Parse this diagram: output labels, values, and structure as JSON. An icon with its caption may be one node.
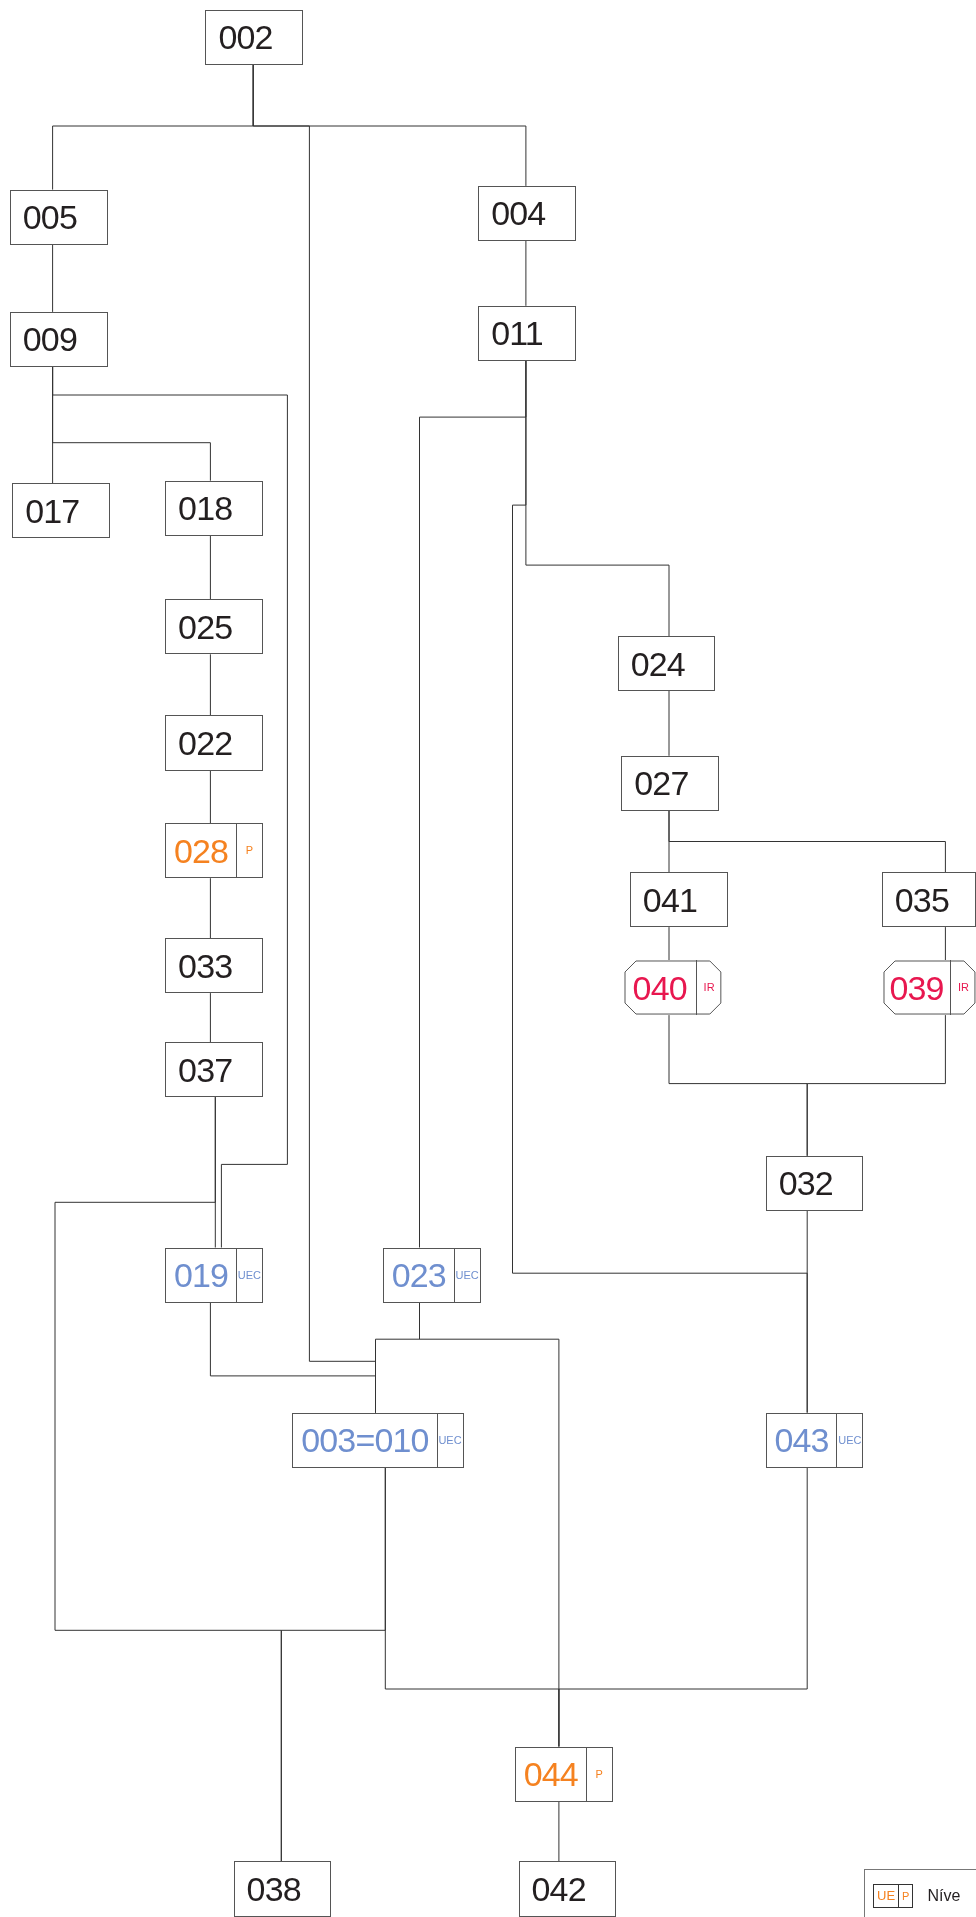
{
  "diagram": {
    "nodes": [
      {
        "text": [
          "002"
        ]
      },
      {
        "text": [
          "005"
        ]
      },
      {
        "text": [
          "004"
        ]
      },
      {
        "text": [
          "009"
        ]
      },
      {
        "text": [
          "011"
        ]
      },
      {
        "text": [
          "017"
        ]
      },
      {
        "text": [
          "018"
        ]
      },
      {
        "text": [
          "025"
        ]
      },
      {
        "text": [
          "022"
        ]
      },
      {
        "text": [
          "028",
          "P"
        ]
      },
      {
        "text": [
          "033"
        ]
      },
      {
        "text": [
          "037"
        ]
      },
      {
        "text": [
          "024"
        ]
      },
      {
        "text": [
          "027"
        ]
      },
      {
        "text": [
          "041"
        ]
      },
      {
        "text": [
          "035"
        ]
      },
      {
        "text": [
          "040",
          "IR"
        ]
      },
      {
        "text": [
          "039",
          "IR"
        ]
      },
      {
        "text": [
          "032"
        ]
      },
      {
        "text": [
          "019",
          "UEC"
        ]
      },
      {
        "text": [
          "023",
          "UEC"
        ]
      },
      {
        "text": [
          "003=010",
          "UEC"
        ]
      },
      {
        "text": [
          "043",
          "UEC"
        ]
      },
      {
        "text": [
          "044",
          "P"
        ]
      },
      {
        "text": [
          "038"
        ]
      },
      {
        "text": [
          "042"
        ]
      }
    ],
    "edges": [
      {
        "from": 0,
        "to": 1,
        "arrow": "none"
      },
      {
        "from": 0,
        "to": 2,
        "arrow": "none"
      },
      {
        "from": 0,
        "to": 21,
        "arrow": "none"
      },
      {
        "from": 1,
        "to": 3,
        "arrow": "none"
      },
      {
        "from": 3,
        "to": 5,
        "arrow": "none"
      },
      {
        "from": 3,
        "to": 6,
        "arrow": "none"
      },
      {
        "from": 3,
        "to": 19,
        "arrow": "none"
      },
      {
        "from": 6,
        "to": 7,
        "arrow": "none"
      },
      {
        "from": 7,
        "to": 8,
        "arrow": "none"
      },
      {
        "from": 8,
        "to": 9,
        "arrow": "none"
      },
      {
        "from": 9,
        "to": 10,
        "arrow": "none"
      },
      {
        "from": 10,
        "to": 11,
        "arrow": "none"
      },
      {
        "from": 11,
        "to": 19,
        "arrow": "none"
      },
      {
        "from": 11,
        "to": 24,
        "arrow": "none"
      },
      {
        "from": 19,
        "to": 21,
        "arrow": "none"
      },
      {
        "from": 2,
        "to": 4,
        "arrow": "none"
      },
      {
        "from": 4,
        "to": 20,
        "arrow": "none"
      },
      {
        "from": 4,
        "to": 12,
        "arrow": "none"
      },
      {
        "from": 4,
        "to": 22,
        "arrow": "none"
      },
      {
        "from": 12,
        "to": 13,
        "arrow": "none"
      },
      {
        "from": 13,
        "to": 14,
        "arrow": "none"
      },
      {
        "from": 13,
        "to": 15,
        "arrow": "none"
      },
      {
        "from": 14,
        "to": 16,
        "arrow": "none"
      },
      {
        "from": 15,
        "to": 17,
        "arrow": "none"
      },
      {
        "from": 16,
        "to": 18,
        "arrow": "none"
      },
      {
        "from": 17,
        "to": 18,
        "arrow": "none"
      },
      {
        "from": 18,
        "to": 22,
        "arrow": "none"
      },
      {
        "from": 20,
        "to": 21,
        "arrow": "none"
      },
      {
        "from": 20,
        "to": 23,
        "arrow": "none"
      },
      {
        "from": 21,
        "to": 24,
        "arrow": "none"
      },
      {
        "from": 21,
        "to": 23,
        "arrow": "none"
      },
      {
        "from": 22,
        "to": 23,
        "arrow": "none"
      },
      {
        "from": 23,
        "to": 25,
        "arrow": "none"
      }
    ],
    "labels": [
      "UE",
      "P"
    ],
    "legend": [
      {
        "text": "Níve"
      }
    ]
  }
}
